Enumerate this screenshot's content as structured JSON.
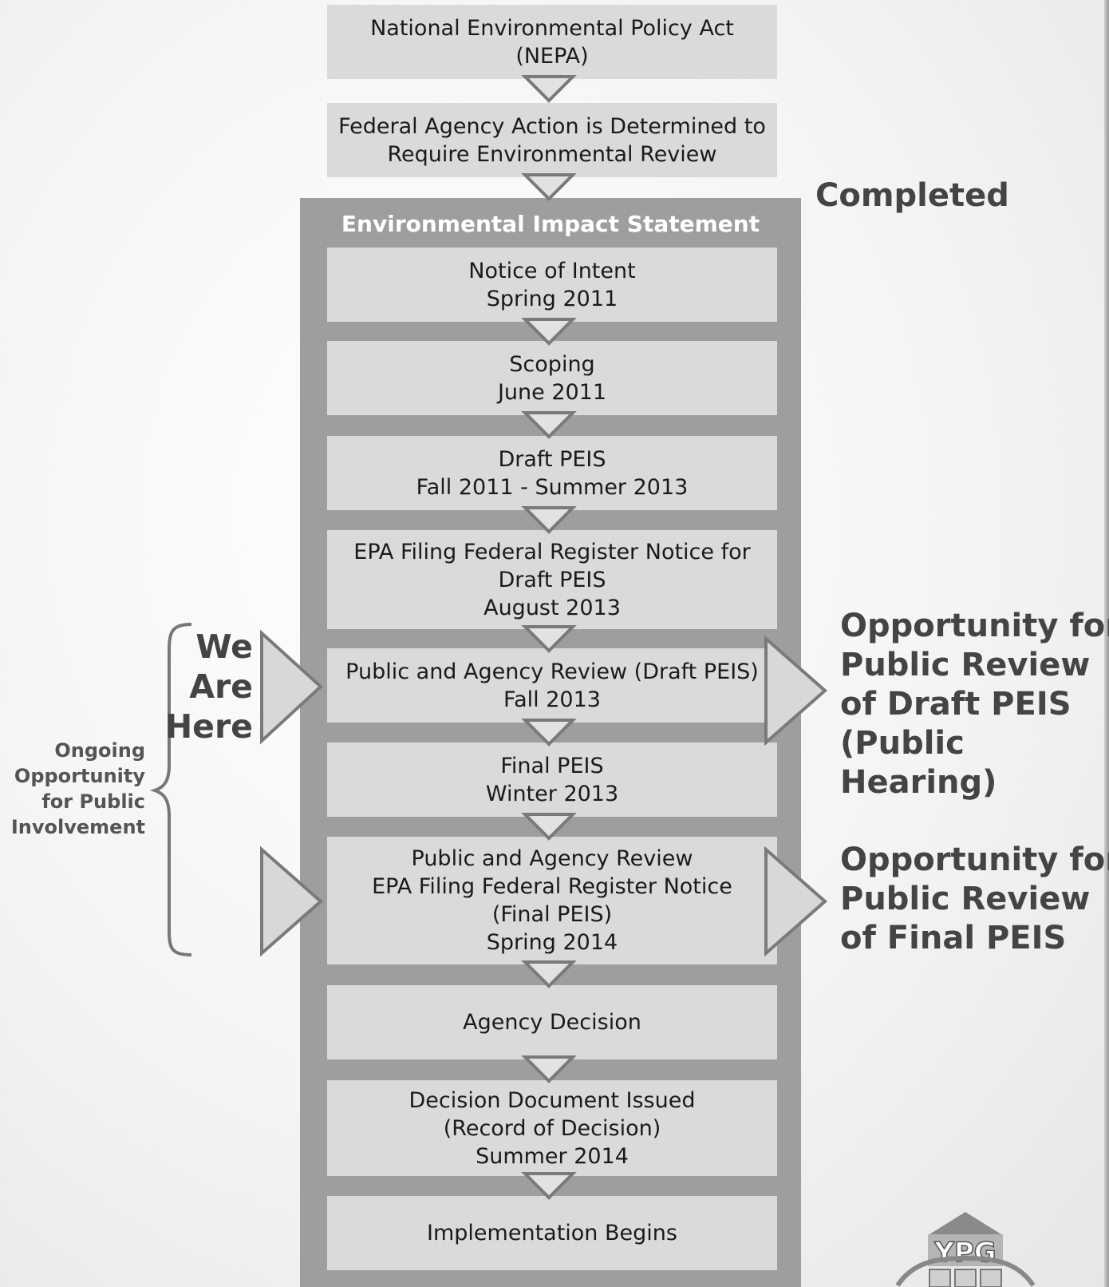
{
  "top_steps": [
    {
      "lines": [
        "National Environmental Policy Act",
        "(NEPA)"
      ]
    },
    {
      "lines": [
        "Federal Agency Action is Determined to",
        "Require Environmental Review"
      ]
    }
  ],
  "eis": {
    "title": "Environmental Impact Statement",
    "steps": [
      {
        "lines": [
          "Notice of Intent",
          "Spring 2011"
        ]
      },
      {
        "lines": [
          "Scoping",
          "June 2011"
        ]
      },
      {
        "lines": [
          "Draft PEIS",
          "Fall 2011 - Summer 2013"
        ]
      },
      {
        "lines": [
          "EPA Filing Federal Register Notice for",
          "Draft PEIS",
          "August 2013"
        ]
      },
      {
        "lines": [
          "Public and Agency Review (Draft PEIS)",
          "Fall 2013"
        ]
      },
      {
        "lines": [
          "Final PEIS",
          "Winter 2013"
        ]
      },
      {
        "lines": [
          "Public and Agency Review",
          "EPA Filing Federal Register Notice",
          "(Final PEIS)",
          "Spring 2014"
        ]
      },
      {
        "lines": [
          "Agency Decision"
        ]
      },
      {
        "lines": [
          "Decision Document Issued",
          "(Record of Decision)",
          "Summer 2014"
        ]
      },
      {
        "lines": [
          "Implementation Begins"
        ]
      }
    ]
  },
  "labels": {
    "completed": "Completed",
    "we_are_here": [
      "We",
      "Are",
      "Here"
    ],
    "ongoing": [
      "Ongoing",
      "Opportunity",
      "for Public",
      "Involvement"
    ],
    "opportunity_draft": [
      "Opportunity for",
      "Public Review",
      "of Draft PEIS",
      "(Public",
      "Hearing)"
    ],
    "opportunity_final": [
      "Opportunity for",
      "Public Review",
      "of Final PEIS"
    ]
  },
  "logo": {
    "icon": "ypg-logo",
    "text": "YPG"
  },
  "colors": {
    "box_fill": "#dadada",
    "container_fill": "#9e9e9e",
    "arrow_fill": "#e2e2e2",
    "arrow_stroke": "#7a7a7a",
    "label_text": "#444444"
  }
}
